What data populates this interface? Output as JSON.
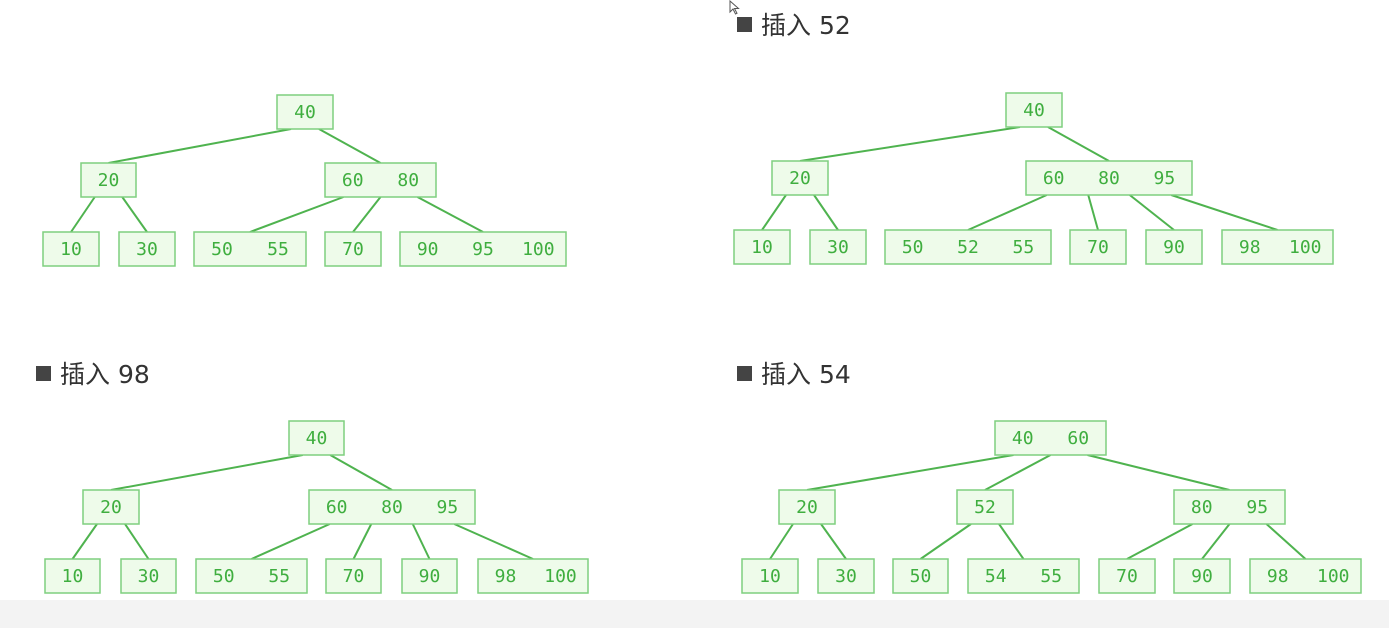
{
  "colors": {
    "node_fill": "#eefbea",
    "node_stroke": "#7fcf7f",
    "node_text": "#3fae3f",
    "edge": "#4fb34f",
    "caption": "#333333"
  },
  "panels": [
    {
      "caption": "",
      "root": {
        "keys": [
          "40"
        ],
        "children": [
          {
            "keys": [
              "20"
            ],
            "children": [
              {
                "keys": [
                  "10"
                ]
              },
              {
                "keys": [
                  "30"
                ]
              }
            ]
          },
          {
            "keys": [
              "60",
              "80"
            ],
            "children": [
              {
                "keys": [
                  "50",
                  "55"
                ]
              },
              {
                "keys": [
                  "70"
                ]
              },
              {
                "keys": [
                  "90",
                  "95",
                  "100"
                ]
              }
            ]
          }
        ]
      }
    },
    {
      "caption": "插入 52",
      "root": {
        "keys": [
          "40"
        ],
        "children": [
          {
            "keys": [
              "20"
            ],
            "children": [
              {
                "keys": [
                  "10"
                ]
              },
              {
                "keys": [
                  "30"
                ]
              }
            ]
          },
          {
            "keys": [
              "60",
              "80",
              "95"
            ],
            "children": [
              {
                "keys": [
                  "50",
                  "52",
                  "55"
                ]
              },
              {
                "keys": [
                  "70"
                ]
              },
              {
                "keys": [
                  "90"
                ]
              },
              {
                "keys": [
                  "98",
                  "100"
                ]
              }
            ]
          }
        ]
      }
    },
    {
      "caption": "插入 98",
      "root": {
        "keys": [
          "40"
        ],
        "children": [
          {
            "keys": [
              "20"
            ],
            "children": [
              {
                "keys": [
                  "10"
                ]
              },
              {
                "keys": [
                  "30"
                ]
              }
            ]
          },
          {
            "keys": [
              "60",
              "80",
              "95"
            ],
            "children": [
              {
                "keys": [
                  "50",
                  "55"
                ]
              },
              {
                "keys": [
                  "70"
                ]
              },
              {
                "keys": [
                  "90"
                ]
              },
              {
                "keys": [
                  "98",
                  "100"
                ]
              }
            ]
          }
        ]
      }
    },
    {
      "caption": "插入 54",
      "root": {
        "keys": [
          "40",
          "60"
        ],
        "children": [
          {
            "keys": [
              "20"
            ],
            "children": [
              {
                "keys": [
                  "10"
                ]
              },
              {
                "keys": [
                  "30"
                ]
              }
            ]
          },
          {
            "keys": [
              "52"
            ],
            "children": [
              {
                "keys": [
                  "50"
                ]
              },
              {
                "keys": [
                  "54",
                  "55"
                ]
              }
            ]
          },
          {
            "keys": [
              "80",
              "95"
            ],
            "children": [
              {
                "keys": [
                  "70"
                ]
              },
              {
                "keys": [
                  "90"
                ]
              },
              {
                "keys": [
                  "98",
                  "100"
                ]
              }
            ]
          }
        ]
      }
    }
  ]
}
